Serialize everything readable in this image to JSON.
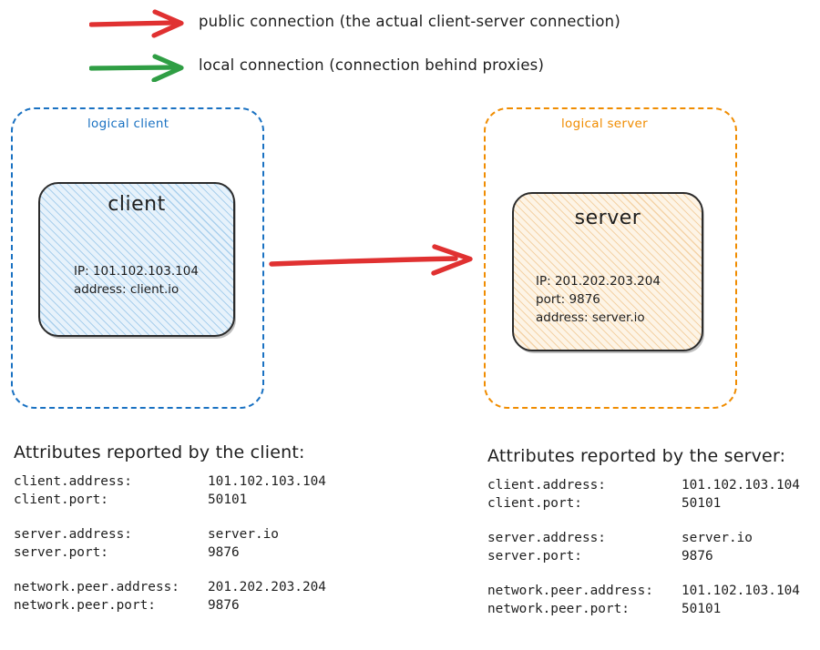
{
  "legend": {
    "items": [
      {
        "icon": "arrow-right-icon",
        "color": "#e03131",
        "label": "public connection (the actual client-server connection)"
      },
      {
        "icon": "arrow-right-icon",
        "color": "#2f9e44",
        "label": "local connection (connection behind proxies)"
      }
    ]
  },
  "diagram": {
    "connection_arrow": {
      "name": "public-connection-arrow",
      "color": "#e03131",
      "direction": "client-to-server"
    },
    "client_group": {
      "label": "logical client",
      "color": "#1971c2",
      "node": {
        "title": "client",
        "details": "IP: 101.102.103.104\naddress: client.io",
        "fill": "#e7f2fb",
        "hatch": "#78b4e1"
      }
    },
    "server_group": {
      "label": "logical server",
      "color": "#f08c00",
      "node": {
        "title": "server",
        "details": "IP: 201.202.203.204\nport: 9876\naddress: server.io",
        "fill": "#fdf4e6",
        "hatch": "#e9aa5a"
      }
    }
  },
  "client_attributes": {
    "heading": "Attributes reported by the client:",
    "groups": [
      [
        {
          "key": "client.address:",
          "value": "101.102.103.104"
        },
        {
          "key": "client.port:",
          "value": "50101"
        }
      ],
      [
        {
          "key": "server.address:",
          "value": "server.io"
        },
        {
          "key": "server.port:",
          "value": "9876"
        }
      ],
      [
        {
          "key": "network.peer.address:",
          "value": "201.202.203.204"
        },
        {
          "key": "network.peer.port:",
          "value": "9876"
        }
      ]
    ]
  },
  "server_attributes": {
    "heading": "Attributes reported by the server:",
    "groups": [
      [
        {
          "key": "client.address:",
          "value": "101.102.103.104"
        },
        {
          "key": "client.port:",
          "value": "50101"
        }
      ],
      [
        {
          "key": "server.address:",
          "value": "server.io"
        },
        {
          "key": "server.port:",
          "value": "9876"
        }
      ],
      [
        {
          "key": "network.peer.address:",
          "value": "101.102.103.104"
        },
        {
          "key": "network.peer.port:",
          "value": "50101"
        }
      ]
    ]
  }
}
